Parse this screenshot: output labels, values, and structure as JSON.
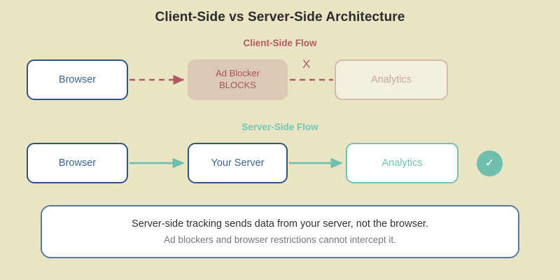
{
  "title": "Client-Side vs Server-Side Architecture",
  "background_color": "#e9e4c4",
  "sections": {
    "client": {
      "label": "Client-Side Flow",
      "color": "#b35a63",
      "nodes": {
        "browser": "Browser",
        "blocker_line1": "Ad Blocker",
        "blocker_line2": "BLOCKS",
        "analytics": "Analytics"
      },
      "blocked_marker": "X"
    },
    "server": {
      "label": "Server-Side Flow",
      "color": "#73c6b6",
      "nodes": {
        "browser": "Browser",
        "your_server": "Your Server",
        "analytics": "Analytics"
      },
      "success_badge": "✓"
    }
  },
  "note": {
    "line1": "Server-side tracking sends data from your server, not the browser.",
    "line2": "Ad blockers and browser restrictions cannot intercept it."
  },
  "icons": {
    "check": "check-icon",
    "arrow_blocked": "dashed-arrow-icon",
    "arrow_flow": "solid-arrow-icon"
  }
}
